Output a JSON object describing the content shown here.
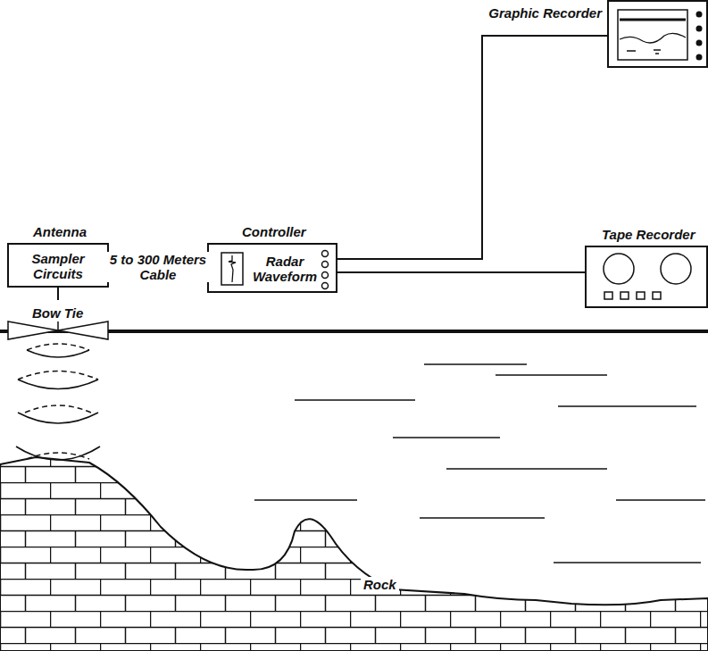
{
  "diagram": {
    "nodes": [
      {
        "text": [
          "Antenna",
          "Sampler Circuits"
        ]
      },
      {
        "text": [
          "Bow Tie"
        ]
      },
      {
        "text": [
          "Controller",
          "Radar Waveform"
        ]
      },
      {
        "text": [
          "Graphic Recorder"
        ]
      },
      {
        "text": [
          "Tape Recorder"
        ]
      }
    ],
    "edges": [
      {
        "from": 0,
        "to": 1,
        "arrow": "none"
      },
      {
        "from": 0,
        "to": 2,
        "label": "5 to 300 Meters Cable",
        "arrow": "none"
      },
      {
        "from": 2,
        "to": 3,
        "arrow": "none"
      },
      {
        "from": 2,
        "to": 4,
        "arrow": "none"
      }
    ],
    "labels": [
      "Rock"
    ]
  }
}
